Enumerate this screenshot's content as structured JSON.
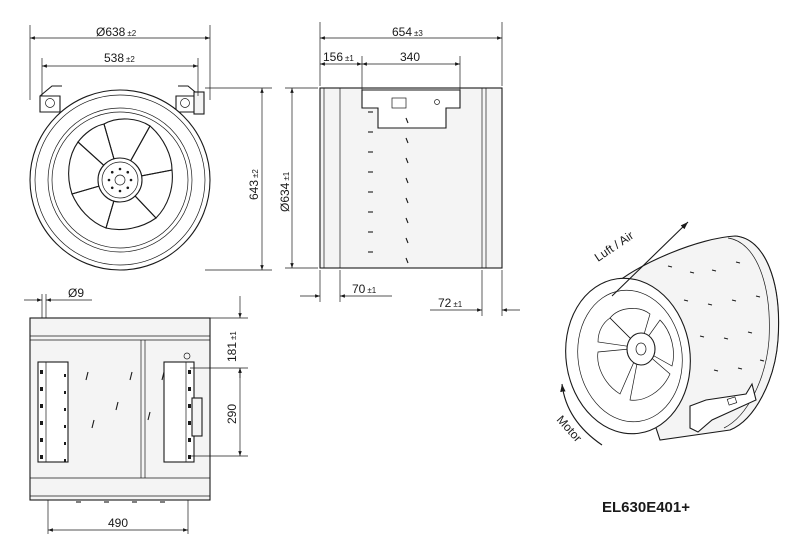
{
  "dimensions": {
    "front_outer_diameter": {
      "value": "Ø638",
      "tol": "±2"
    },
    "front_mount_width": {
      "value": "538",
      "tol": "±2"
    },
    "front_height": {
      "value": "643",
      "tol": "±2"
    },
    "side_length": {
      "value": "654",
      "tol": "±3"
    },
    "side_offset": {
      "value": "156",
      "tol": "±1"
    },
    "side_bracket": {
      "value": "340",
      "tol": ""
    },
    "side_diameter": {
      "value": "Ø634",
      "tol": "±1"
    },
    "side_inlet": {
      "value": "70",
      "tol": "±1"
    },
    "side_outlet": {
      "value": "72",
      "tol": "±1"
    },
    "hole_diameter": {
      "value": "Ø9",
      "tol": ""
    },
    "bottom_height": {
      "value": "181",
      "tol": "±1"
    },
    "bottom_hole_spacing": {
      "value": "290",
      "tol": ""
    },
    "bottom_width": {
      "value": "490",
      "tol": ""
    }
  },
  "labels": {
    "airflow": "Luft / Air",
    "motor": "Motor",
    "model": "EL630E401+"
  }
}
